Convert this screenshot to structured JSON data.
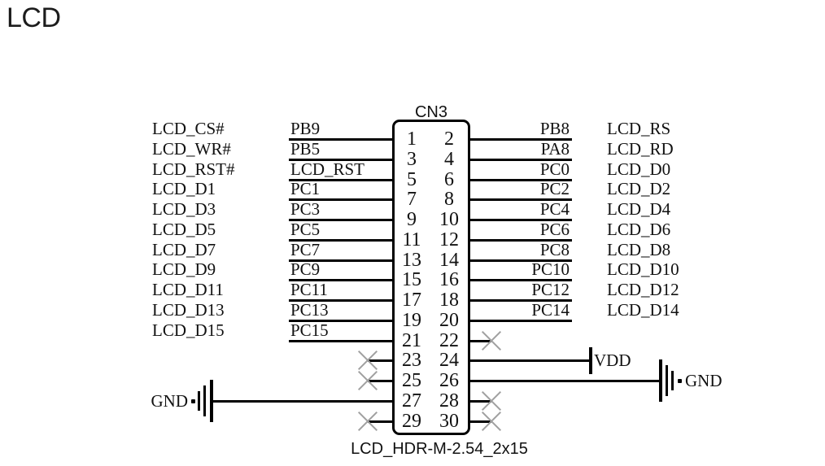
{
  "title": "LCD",
  "connector": {
    "designator": "CN3",
    "part_label": "LCD_HDR-M-2.54_2x15",
    "rows": [
      {
        "pins": [
          "1",
          "2"
        ],
        "left": {
          "type": "net",
          "net": "PB9",
          "outer": "LCD_CS#"
        },
        "right": {
          "type": "net",
          "net": "PB8",
          "outer": "LCD_RS"
        }
      },
      {
        "pins": [
          "3",
          "4"
        ],
        "left": {
          "type": "net",
          "net": "PB5",
          "outer": "LCD_WR#"
        },
        "right": {
          "type": "net",
          "net": "PA8",
          "outer": "LCD_RD"
        }
      },
      {
        "pins": [
          "5",
          "6"
        ],
        "left": {
          "type": "net",
          "net": "LCD_RST",
          "outer": "LCD_RST#"
        },
        "right": {
          "type": "net",
          "net": "PC0",
          "outer": "LCD_D0"
        }
      },
      {
        "pins": [
          "7",
          "8"
        ],
        "left": {
          "type": "net",
          "net": "PC1",
          "outer": "LCD_D1"
        },
        "right": {
          "type": "net",
          "net": "PC2",
          "outer": "LCD_D2"
        }
      },
      {
        "pins": [
          "9",
          "10"
        ],
        "left": {
          "type": "net",
          "net": "PC3",
          "outer": "LCD_D3"
        },
        "right": {
          "type": "net",
          "net": "PC4",
          "outer": "LCD_D4"
        }
      },
      {
        "pins": [
          "11",
          "12"
        ],
        "left": {
          "type": "net",
          "net": "PC5",
          "outer": "LCD_D5"
        },
        "right": {
          "type": "net",
          "net": "PC6",
          "outer": "LCD_D6"
        }
      },
      {
        "pins": [
          "13",
          "14"
        ],
        "left": {
          "type": "net",
          "net": "PC7",
          "outer": "LCD_D7"
        },
        "right": {
          "type": "net",
          "net": "PC8",
          "outer": "LCD_D8"
        }
      },
      {
        "pins": [
          "15",
          "16"
        ],
        "left": {
          "type": "net",
          "net": "PC9",
          "outer": "LCD_D9"
        },
        "right": {
          "type": "net",
          "net": "PC10",
          "outer": "LCD_D10"
        }
      },
      {
        "pins": [
          "17",
          "18"
        ],
        "left": {
          "type": "net",
          "net": "PC11",
          "outer": "LCD_D11"
        },
        "right": {
          "type": "net",
          "net": "PC12",
          "outer": "LCD_D12"
        }
      },
      {
        "pins": [
          "19",
          "20"
        ],
        "left": {
          "type": "net",
          "net": "PC13",
          "outer": "LCD_D13"
        },
        "right": {
          "type": "net",
          "net": "PC14",
          "outer": "LCD_D14"
        }
      },
      {
        "pins": [
          "21",
          "22"
        ],
        "left": {
          "type": "net",
          "net": "PC15",
          "outer": "LCD_D15"
        },
        "right": {
          "type": "nc"
        }
      },
      {
        "pins": [
          "23",
          "24"
        ],
        "left": {
          "type": "nc"
        },
        "right": {
          "type": "power",
          "label": "VDD"
        }
      },
      {
        "pins": [
          "25",
          "26"
        ],
        "left": {
          "type": "nc"
        },
        "right": {
          "type": "ground",
          "label": "GND"
        }
      },
      {
        "pins": [
          "27",
          "28"
        ],
        "left": {
          "type": "ground",
          "label": "GND"
        },
        "right": {
          "type": "nc"
        }
      },
      {
        "pins": [
          "29",
          "30"
        ],
        "left": {
          "type": "nc"
        },
        "right": {
          "type": "nc"
        }
      }
    ]
  },
  "colors": {
    "line": "#000000",
    "no_connect": "#a0a0a0",
    "text": "#111111"
  }
}
